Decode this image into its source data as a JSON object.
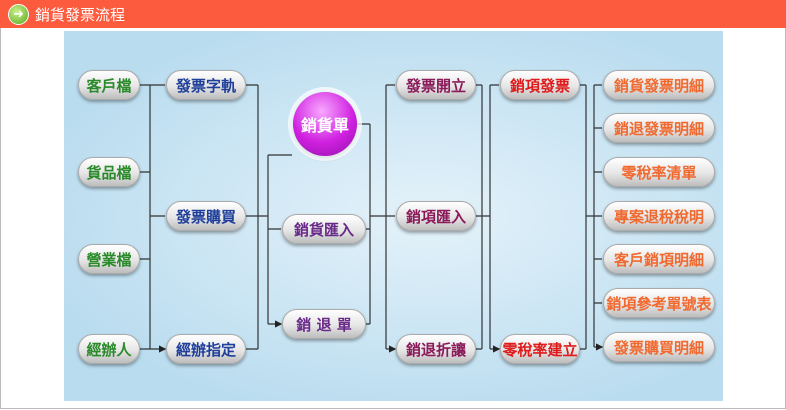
{
  "header": {
    "title": "銷貨發票流程",
    "icon": "arrow-right-circle-icon"
  },
  "columns": {
    "master": [
      "客戶檔",
      "貨品檔",
      "營業檔",
      "經辦人"
    ],
    "invoice_setup": [
      "發票字軌",
      "發票購買",
      "經辦指定"
    ],
    "sales": {
      "main": "銷貨單",
      "items": [
        "銷貨匯入",
        "銷 退 單"
      ]
    },
    "invoice_ops": [
      "發票開立",
      "銷項匯入",
      "銷退折讓"
    ],
    "output": [
      "銷項發票",
      "零稅率建立"
    ],
    "reports": [
      "銷貨發票明細",
      "銷退發票明細",
      "零稅率清單",
      "專案退稅稅明",
      "客戶銷項明細",
      "銷項參考單號表",
      "發票購買明細"
    ]
  }
}
